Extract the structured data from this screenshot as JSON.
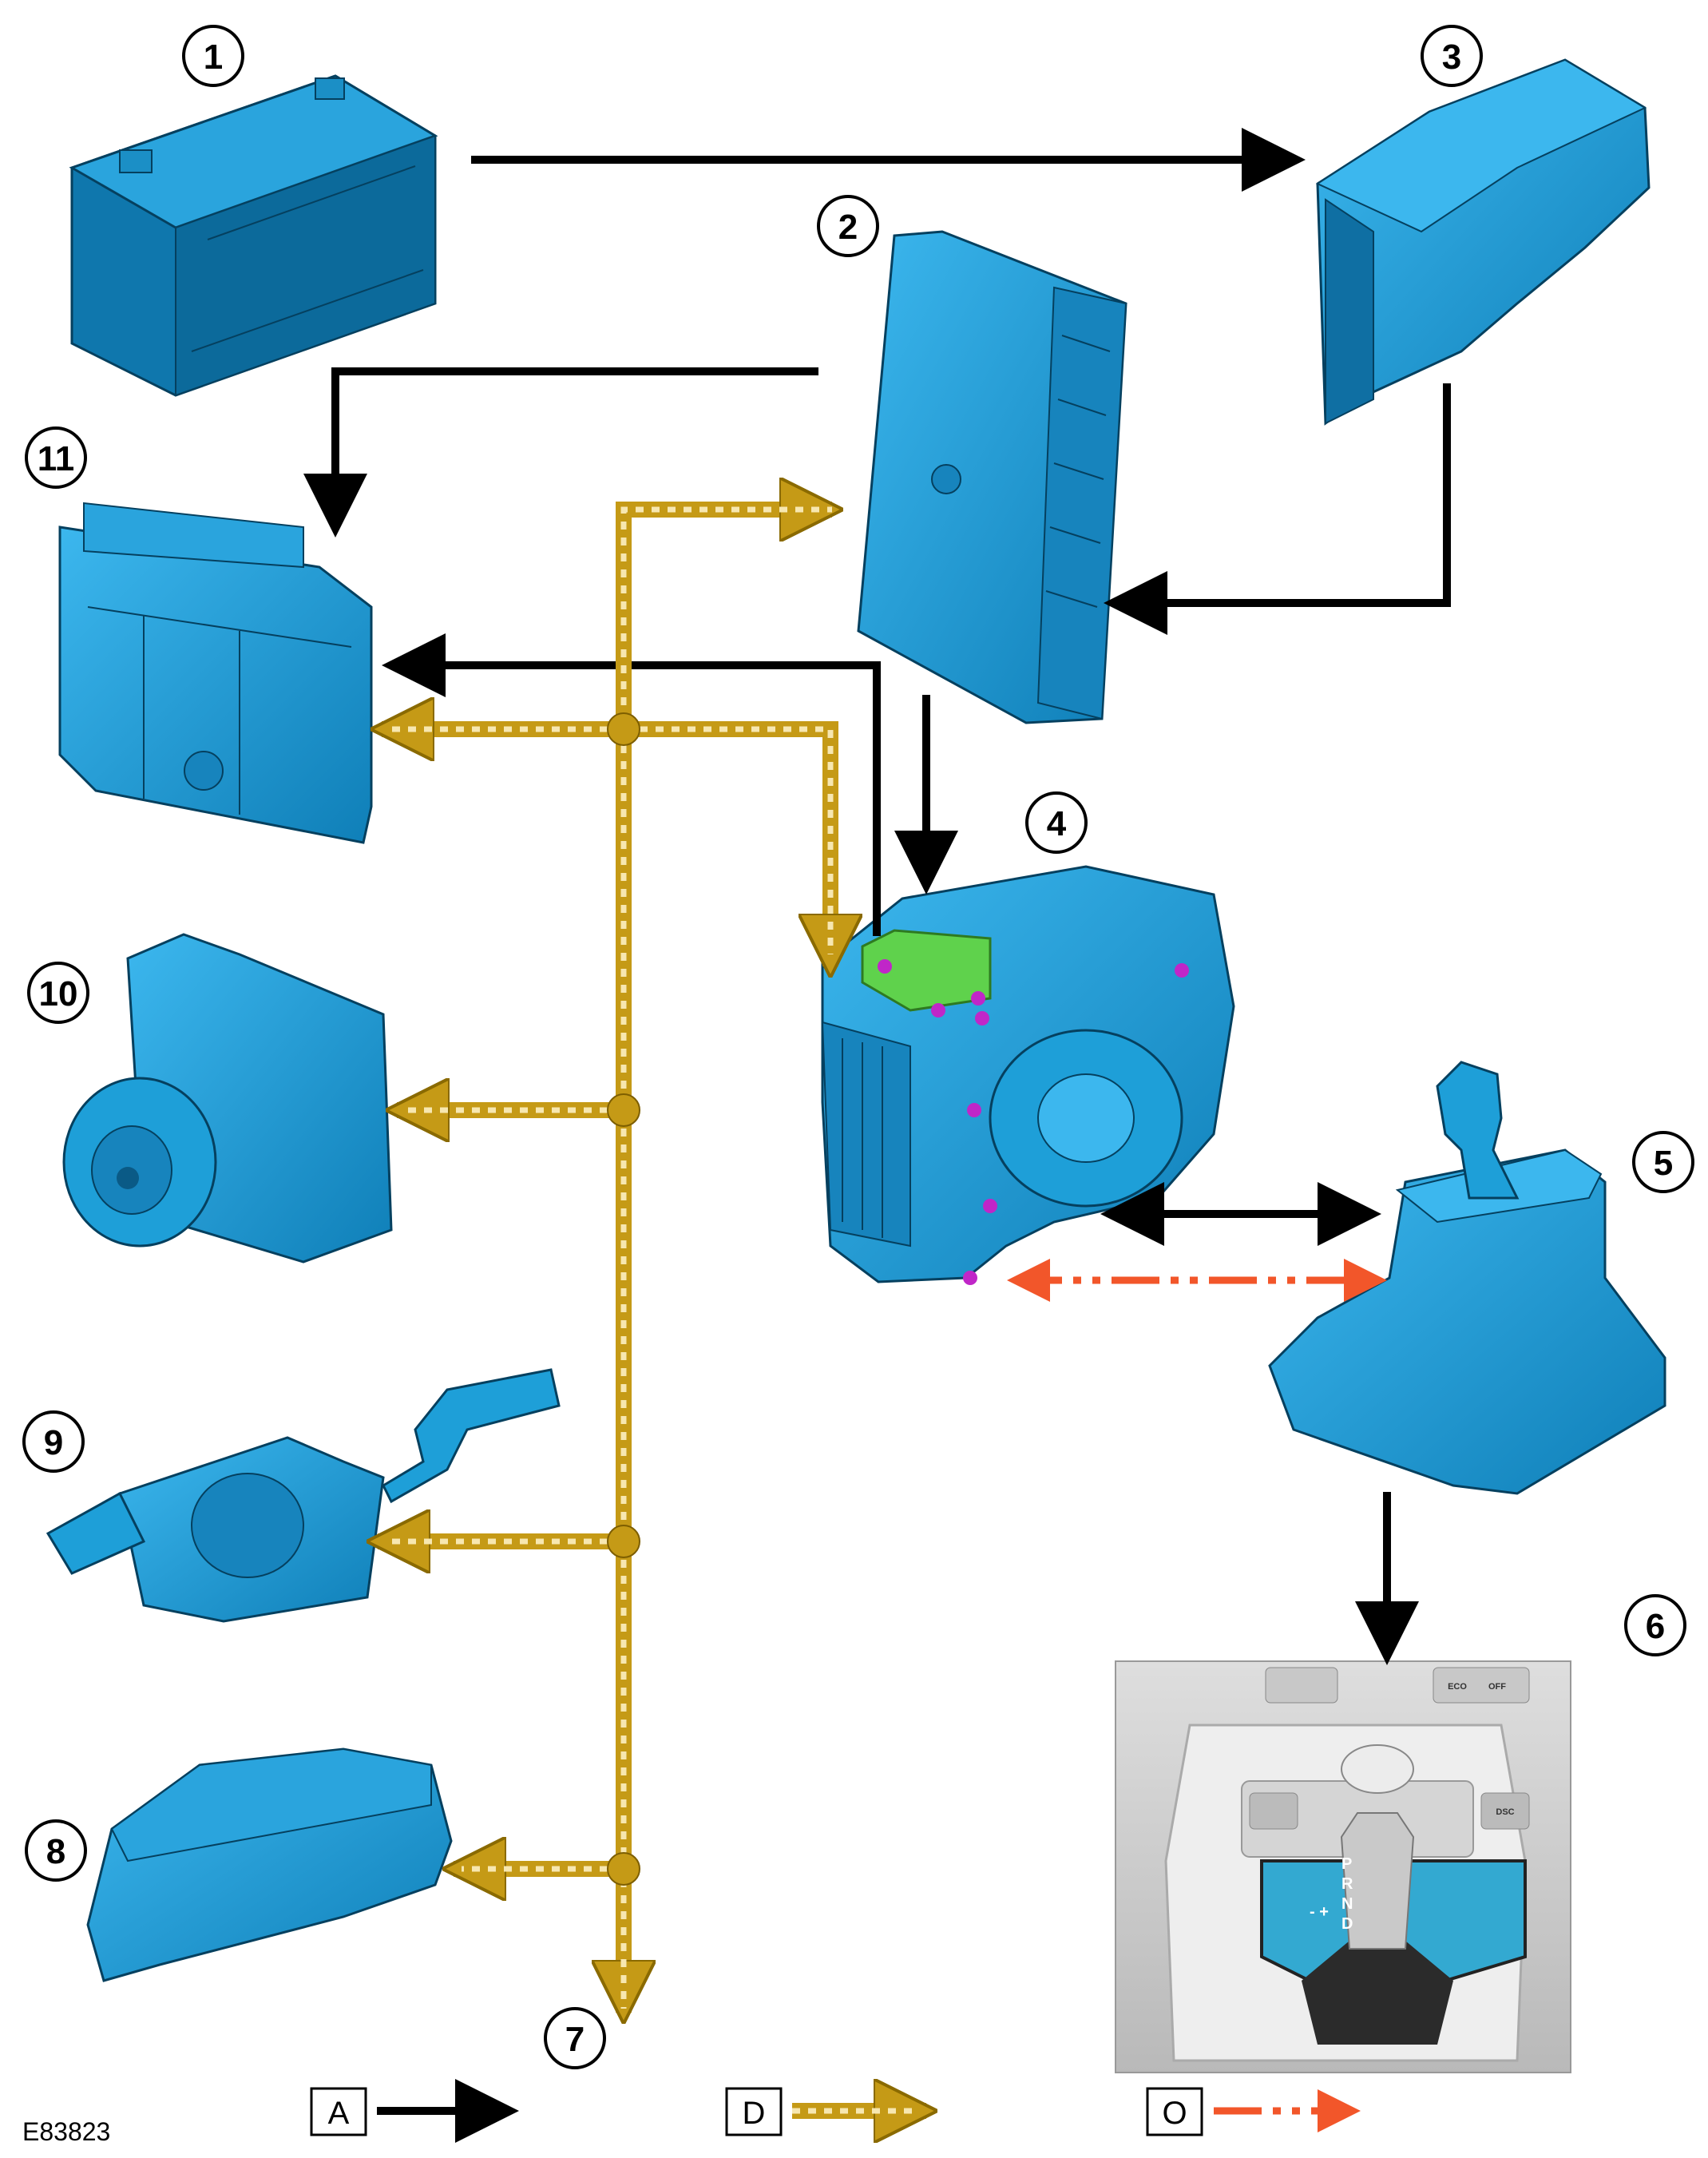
{
  "figure_id": "E83823",
  "callouts": [
    "1",
    "2",
    "3",
    "4",
    "5",
    "6",
    "7",
    "8",
    "9",
    "10",
    "11"
  ],
  "legend": [
    "A",
    "D",
    "O"
  ],
  "console_labels": {
    "gear_positions": [
      "P",
      "R",
      "N",
      "D"
    ],
    "manual_signs": "- +",
    "eco_button": "ECO",
    "off_button": "OFF",
    "dsc_button": "DSC"
  },
  "colors": {
    "component_blue": "#1e9fd8",
    "component_dark": "#0a5a86",
    "hard_wired": "#000000",
    "bus": "#c59a16",
    "bus_dash": "#f7e7b0",
    "cable": "#f2562a",
    "module_green": "#5fd24c",
    "bolt_magenta": "#c026c8",
    "console_grey": "#cfcfcf"
  }
}
